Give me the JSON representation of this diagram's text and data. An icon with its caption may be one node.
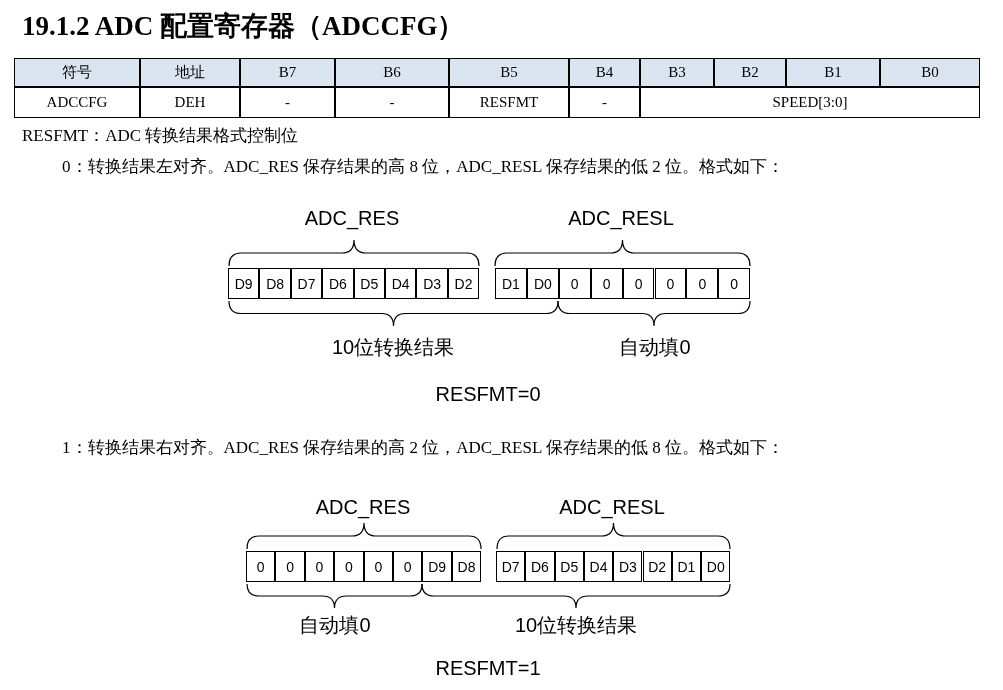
{
  "diagram": {
    "title": "19.1.2 ADC 配置寄存器（ADCCFG）",
    "labels": [
      "符号",
      "地址",
      "B7",
      "B6",
      "B5",
      "B4",
      "B3",
      "B2",
      "B1",
      "B0",
      "ADCCFG",
      "DEH",
      "-",
      "-",
      "RESFMT",
      "-",
      "SPEED[3:0]",
      "RESFMT：ADC 转换结果格式控制位",
      "0：转换结果左对齐。ADC_RES 保存结果的高 8 位，ADC_RESL 保存结果的低 2 位。格式如下：",
      "ADC_RES",
      "ADC_RESL",
      "D9",
      "D8",
      "D7",
      "D6",
      "D5",
      "D4",
      "D3",
      "D2",
      "D1",
      "D0",
      "0",
      "0",
      "0",
      "0",
      "0",
      "0",
      "10位转换结果",
      "自动填0",
      "RESFMT=0",
      "1：转换结果右对齐。ADC_RES 保存结果的高 2 位，ADC_RESL 保存结果的低 8 位。格式如下：",
      "ADC_RES",
      "ADC_RESL",
      "0",
      "0",
      "0",
      "0",
      "0",
      "0",
      "D9",
      "D8",
      "D7",
      "D6",
      "D5",
      "D4",
      "D3",
      "D2",
      "D1",
      "D0",
      "自动填0",
      "10位转换结果",
      "RESFMT=1"
    ]
  }
}
